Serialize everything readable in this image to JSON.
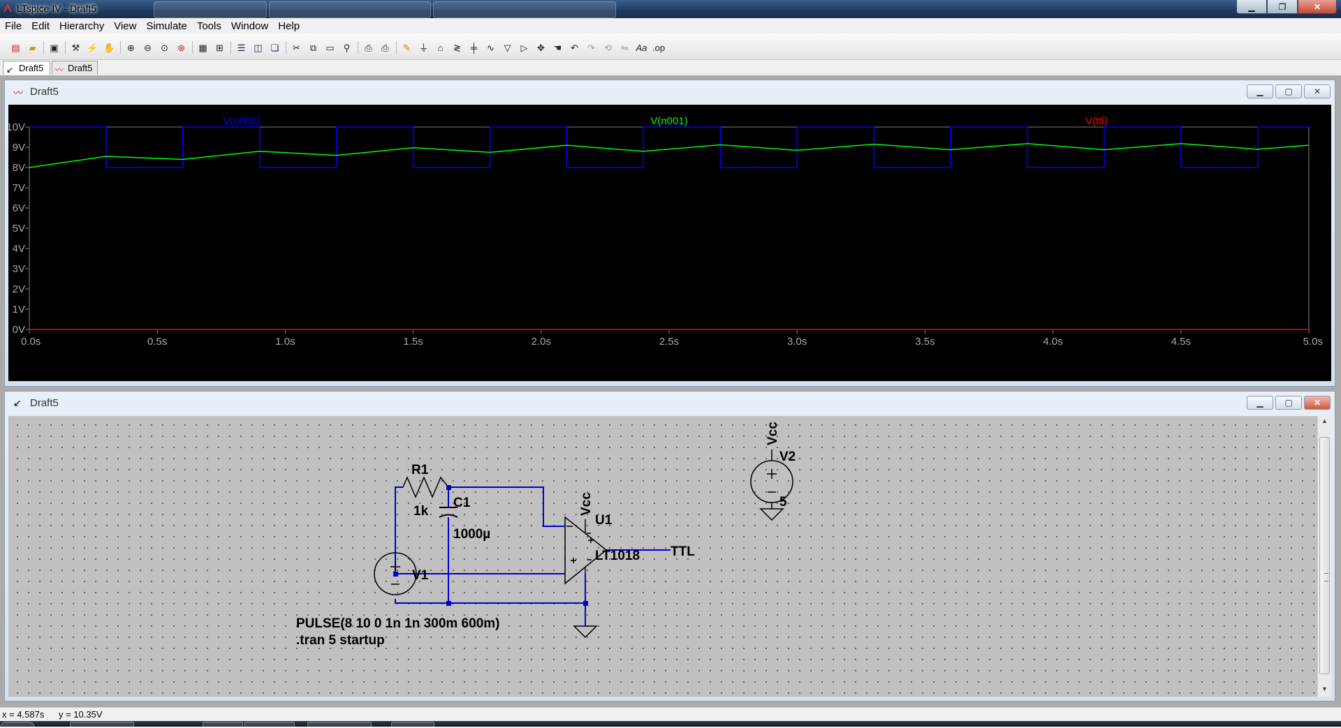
{
  "window": {
    "title": "LTspice IV - Draft5"
  },
  "menu": [
    "File",
    "Edit",
    "Hierarchy",
    "View",
    "Simulate",
    "Tools",
    "Window",
    "Help"
  ],
  "toolbar_icons": [
    "new-schematic-icon",
    "open-icon",
    "save-icon",
    "control-panel-icon",
    "run-icon",
    "halt-icon",
    "zoom-in-icon",
    "zoom-out-icon",
    "zoom-fit-icon",
    "zoom-cancel-icon",
    "autorange-icon",
    "pick-visible-icon",
    "tile-horizontal-icon",
    "tile-vertical-icon",
    "cascade-icon",
    "cut-icon",
    "copy-icon",
    "paste-icon",
    "find-icon",
    "print-preview-icon",
    "print-icon",
    "draw-wire-icon",
    "ground-icon",
    "label-net-icon",
    "resistor-icon",
    "capacitor-icon",
    "inductor-icon",
    "diode-icon",
    "component-icon",
    "move-icon",
    "drag-icon",
    "undo-icon",
    "redo-icon",
    "rotate-icon",
    "mirror-icon",
    "text-icon",
    "spice-directive-icon"
  ],
  "doc_tabs": [
    "Draft5",
    "Draft5"
  ],
  "plot_window": {
    "title": "Draft5",
    "chart_data": {
      "type": "line",
      "x_unit": "s",
      "y_unit": "V",
      "xlim": [
        0,
        5
      ],
      "ylim": [
        0,
        10
      ],
      "x_ticks": [
        "0.0s",
        "0.5s",
        "1.0s",
        "1.5s",
        "2.0s",
        "2.5s",
        "3.0s",
        "3.5s",
        "4.0s",
        "4.5s",
        "5.0s"
      ],
      "y_ticks": [
        "0V",
        "1V",
        "2V",
        "3V",
        "4V",
        "5V",
        "6V",
        "7V",
        "8V",
        "9V",
        "10V"
      ],
      "background": "#000000",
      "series": [
        {
          "name": "V(n002)",
          "color": "#0000ff",
          "x": [
            0,
            0.3,
            0.3,
            0.6,
            0.6,
            0.9,
            0.9,
            1.2,
            1.2,
            1.5,
            1.5,
            1.8,
            1.8,
            2.1,
            2.1,
            2.4,
            2.4,
            2.7,
            2.7,
            3.0,
            3.0,
            3.3,
            3.3,
            3.6,
            3.6,
            3.9,
            3.9,
            4.2,
            4.2,
            4.5,
            4.5,
            4.8,
            4.8,
            5.0
          ],
          "y": [
            10,
            10,
            8,
            8,
            10,
            10,
            8,
            8,
            10,
            10,
            8,
            8,
            10,
            10,
            8,
            8,
            10,
            10,
            8,
            8,
            10,
            10,
            8,
            8,
            10,
            10,
            8,
            8,
            10,
            10,
            8,
            8,
            10,
            10
          ]
        },
        {
          "name": "V(n001)",
          "color": "#00ff00",
          "x": [
            0,
            0.3,
            0.6,
            0.9,
            1.2,
            1.5,
            1.8,
            2.1,
            2.4,
            2.7,
            3.0,
            3.3,
            3.6,
            3.9,
            4.2,
            4.5,
            4.8,
            5.0
          ],
          "y": [
            8.0,
            8.55,
            8.4,
            8.8,
            8.6,
            8.98,
            8.75,
            9.1,
            8.8,
            9.12,
            8.85,
            9.15,
            8.88,
            9.18,
            8.88,
            9.18,
            8.9,
            9.1
          ]
        },
        {
          "name": "V(ttl)",
          "color": "#ff0000",
          "x": [
            0,
            5.0
          ],
          "y": [
            0,
            0
          ]
        }
      ]
    }
  },
  "schematic_window": {
    "title": "Draft5",
    "labels": {
      "r1_name": "R1",
      "r1_value": "1k",
      "c1_name": "C1",
      "c1_value": "1000µ",
      "v1_name": "V1",
      "u1_name": "U1",
      "u1_value": "LT1018",
      "vcc_label": "Vcc",
      "vcc_label_v2": "Vcc",
      "ttl_label": "TTL",
      "v2_name": "V2",
      "v2_value": "5",
      "pulse_spec": "PULSE(8 10 0 1n 1n 300m 600m)",
      "tran_directive": ".tran 5 startup"
    }
  },
  "status": {
    "x_readout": "x = 4.587s",
    "y_readout": "y = 10.35V"
  }
}
